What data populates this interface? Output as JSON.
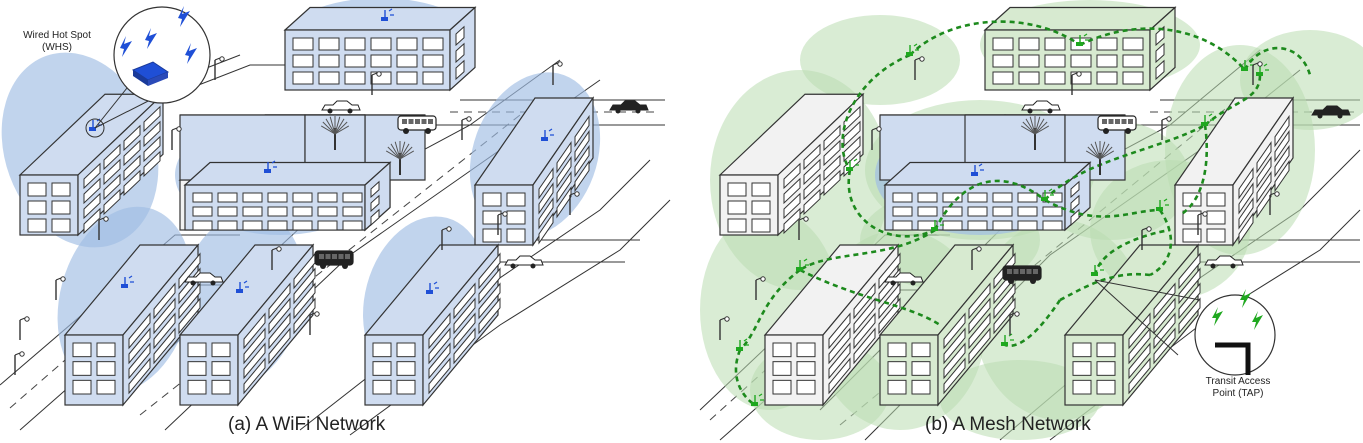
{
  "panels": {
    "left": {
      "caption": "(a) A WiFi Network",
      "callout_label_line1": "Wired Hot Spot",
      "callout_label_line2": "(WHS)"
    },
    "right": {
      "caption": "(b) A Mesh Network",
      "callout_label_line1": "Transit Access",
      "callout_label_line2": "Point (TAP)"
    }
  },
  "colors": {
    "wifi_coverage": "#9fbde3",
    "mesh_coverage": "#b9ddb0",
    "mesh_link": "#1d8a1d",
    "building_wifi": "#cfdcf0",
    "building_mesh": "#d7ead0",
    "building_plain": "#f2f2f2",
    "outline": "#333333",
    "signal_blue": "#1f4fd6",
    "signal_green": "#1fa81f"
  },
  "icons": [
    "wifi-antenna-icon",
    "mesh-antenna-icon",
    "car-icon",
    "bus-icon",
    "tree-icon",
    "street-lamp-icon"
  ]
}
